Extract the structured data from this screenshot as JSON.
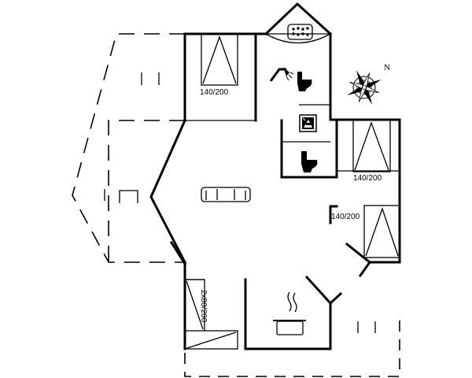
{
  "plan": {
    "beds": [
      {
        "id": "bed-top-left",
        "label": "140/200"
      },
      {
        "id": "bed-right-upper",
        "label": "140/200"
      },
      {
        "id": "bed-right-lower",
        "label": "140/200"
      },
      {
        "id": "bed-bottom-left",
        "label": "2x80/200"
      }
    ],
    "compass": {
      "label": "N"
    },
    "icons": [
      "hot-tub-icon",
      "shower-icon",
      "toilet-icon",
      "sauna-icon",
      "sofa-icon",
      "cooking-pot-icon",
      "compass-rose-icon"
    ]
  }
}
